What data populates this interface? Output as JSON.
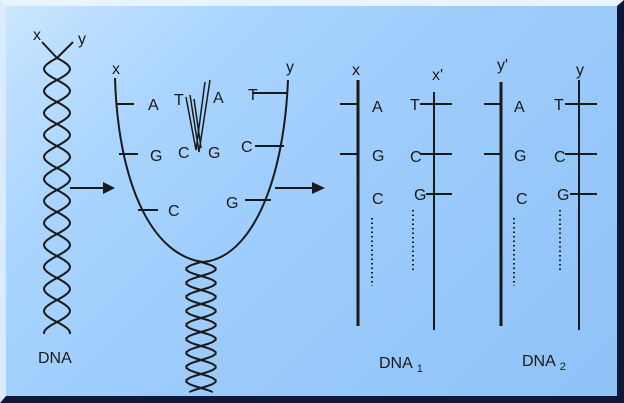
{
  "labels": {
    "x": "x",
    "y": "y",
    "x_prime": "x'",
    "y_prime": "y'",
    "dna": "DNA",
    "dna1_main": "DNA",
    "dna1_sub": "1",
    "dna2_main": "DNA",
    "dna2_sub": "2"
  },
  "bases": {
    "fork": {
      "row1_left": "A",
      "row1_mid_left": "T",
      "row1_mid_right": "A",
      "row1_right": "T",
      "row2_left": "G",
      "row2_mid_left": "C",
      "row2_mid_right": "G",
      "row2_right": "C",
      "row3_left": "C",
      "row3_right": "G"
    },
    "dna1": {
      "r1_left": "A",
      "r1_right": "T",
      "r2_left": "G",
      "r2_right": "C",
      "r3_left": "C",
      "r3_right": "G"
    },
    "dna2": {
      "r1_left": "A",
      "r1_right": "T",
      "r2_left": "G",
      "r2_right": "C",
      "r3_left": "C",
      "r3_right": "G"
    }
  },
  "colors": {
    "background": "#9ccbfb",
    "ink": "#1a1a1a",
    "border_dark": "#10183a"
  }
}
